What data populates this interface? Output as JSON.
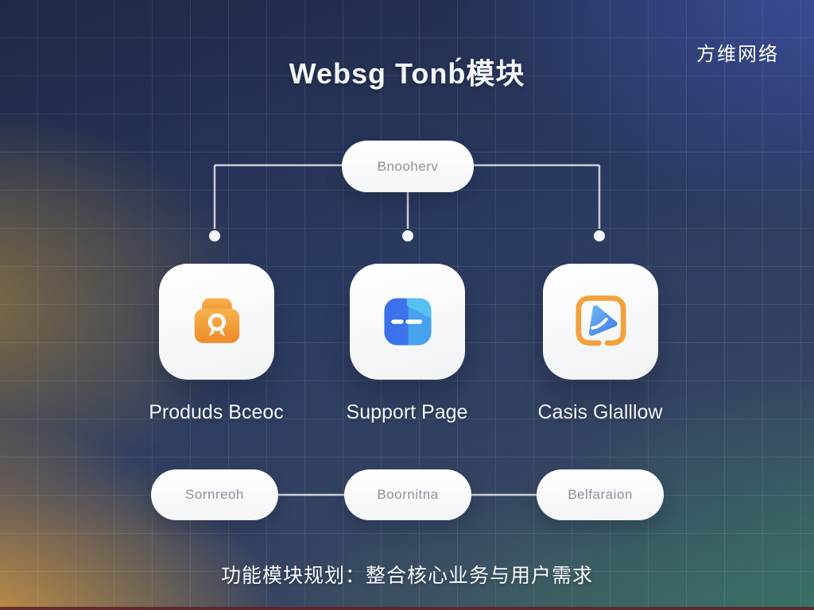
{
  "brand": "方维网络",
  "title": "Websg Tonb́模块",
  "tree": {
    "root_label": "Bnooherv",
    "modules": [
      {
        "label": "Produds Bceoc",
        "sub_label": "Sornreoh",
        "icon": "briefcase-award-icon"
      },
      {
        "label": "Support Page",
        "sub_label": "Boornitna",
        "icon": "chat-dash-icon"
      },
      {
        "label": "Casis Glalllow",
        "sub_label": "Belfaraion",
        "icon": "video-play-icon"
      }
    ]
  },
  "caption": "功能模块规划：整合核心业务与用户需求",
  "colors": {
    "accent_orange": "#ef9a33",
    "accent_blue": "#3d74ec",
    "accent_cyan": "#55c4f1",
    "accent_teal": "#3c7a67",
    "bg_navy": "#232e4d",
    "bg_indigo": "#3b4f9f",
    "bg_gold": "#e2a33f",
    "connector_line": "#e6e9ef",
    "card_bg": "#ffffff",
    "pill_text": "#8b9099",
    "bottom_strip": "#5d2328"
  }
}
